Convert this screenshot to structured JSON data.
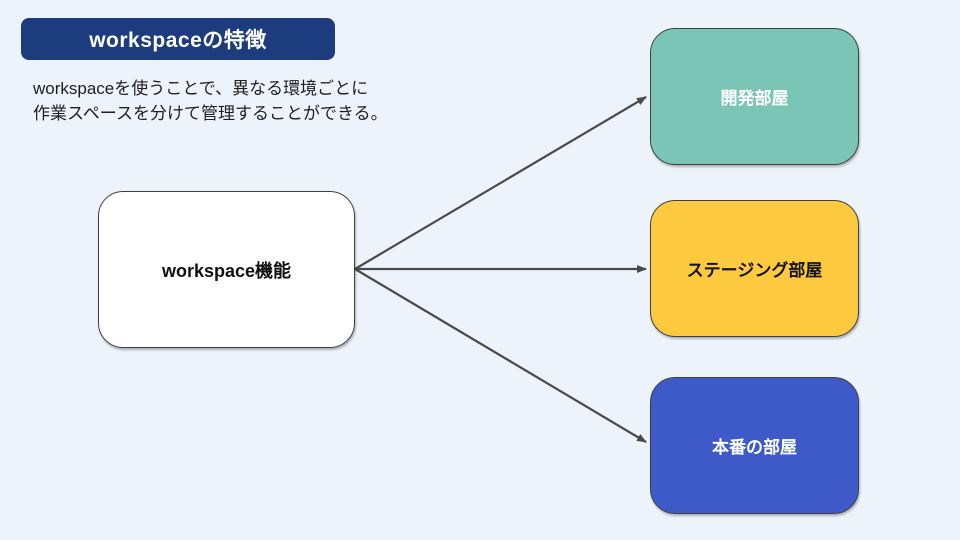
{
  "slide": {
    "title": "workspaceの特徴",
    "description_lines": [
      "workspaceを使うことで、異なる環境ごとに",
      "作業スペースを分けて管理することができる。"
    ]
  },
  "diagram": {
    "source": {
      "label": "workspace機能"
    },
    "targets": [
      {
        "label": "開発部屋",
        "fill": "#7ac5b6",
        "text_color": "#ffffff"
      },
      {
        "label": "ステージング部屋",
        "fill": "#fdc93e",
        "text_color": "#141414"
      },
      {
        "label": "本番の部屋",
        "fill": "#3e5ac8",
        "text_color": "#ffffff"
      }
    ]
  },
  "colors": {
    "background": "#edf3fb",
    "title_badge_bg": "#1d3c7e",
    "title_badge_text": "#ffffff",
    "node_border": "#404040",
    "source_node_bg": "#ffffff",
    "arrow": "#4a4a4a"
  }
}
